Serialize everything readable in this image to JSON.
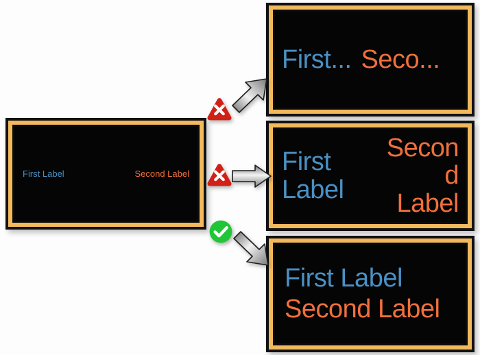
{
  "background_color": "#fdfdfd",
  "palette": {
    "frame_gold": "#f3b95d",
    "frame_dark": "#121212",
    "screen_black": "#050505",
    "first_label_color": "#4a90c4",
    "second_label_color": "#f0703c",
    "badge_bad_color": "#d32016",
    "badge_good_color": "#21c637",
    "arrow_color": "#9a9a9a"
  },
  "source_panel": {
    "name": "original-layout",
    "first_label": "First Label",
    "second_label": "Second Label"
  },
  "results": [
    {
      "id": "truncated",
      "verdict": "bad",
      "verdict_icon": "x-triangle-icon",
      "arrow_icon": "arrow-up-right-icon",
      "first_label": "First...",
      "second_label": "Seco..."
    },
    {
      "id": "wrapped",
      "verdict": "bad",
      "verdict_icon": "x-triangle-icon",
      "arrow_icon": "arrow-right-icon",
      "first_label_lines": [
        "First",
        "Label"
      ],
      "second_label_lines": [
        "Secon",
        "d",
        "Label"
      ],
      "first_label_line_1": "First",
      "first_label_line_2": "Label",
      "second_label_line_1": "Secon",
      "second_label_line_2": "d",
      "second_label_line_3": "Label"
    },
    {
      "id": "good",
      "verdict": "good",
      "verdict_icon": "check-circle-icon",
      "arrow_icon": "arrow-down-right-icon",
      "first_label": "First Label",
      "second_label": "Second Label"
    }
  ]
}
